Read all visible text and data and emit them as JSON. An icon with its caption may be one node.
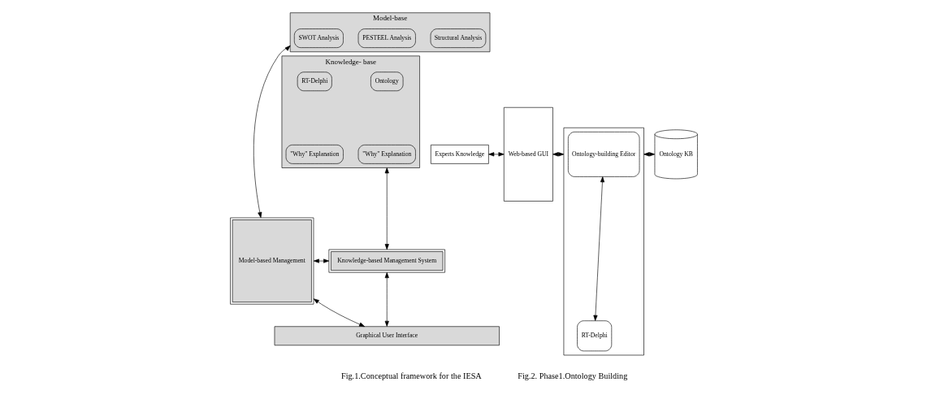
{
  "diagram": {
    "nodes": [
      {
        "text": [
          "Model-base"
        ]
      },
      {
        "text": [
          "SWOT Analysis"
        ],
        "in": 0
      },
      {
        "text": [
          "PESTEEL Analysis"
        ],
        "in": 0
      },
      {
        "text": [
          "Structural Analysis"
        ],
        "in": 0
      },
      {
        "text": [
          "Model-based Management"
        ]
      },
      {
        "text": [
          "Knowledge- base"
        ]
      },
      {
        "text": [
          "Ontology"
        ],
        "in": 5
      },
      {
        "text": [
          "RT-Delphi"
        ],
        "in": 5
      },
      {
        "text": [
          "\"Why\" Explanation"
        ],
        "in": 5
      },
      {
        "text": [
          "\"Why\" Explanation"
        ],
        "in": 5
      },
      {
        "text": [
          "Knowledge-based Management System"
        ]
      },
      {
        "text": [
          "Graphical User Interface"
        ]
      },
      {
        "text": [
          "Experts Knowledge"
        ]
      },
      {
        "text": [
          "Web-based GUI"
        ]
      },
      {
        "text": [],
        "shape": "box"
      },
      {
        "text": [
          "Ontology-building Editor"
        ],
        "in": 14
      },
      {
        "text": [
          "RT-Delphi"
        ],
        "in": 14
      },
      {
        "text": [
          "Ontology KB"
        ]
      }
    ],
    "edges": [
      {
        "from": 0,
        "to": 4,
        "arrow": "both"
      },
      {
        "from": 5,
        "to": 10,
        "arrow": "both"
      },
      {
        "from": 4,
        "to": 10,
        "arrow": "both"
      },
      {
        "from": 4,
        "to": 11,
        "arrow": "both"
      },
      {
        "from": 10,
        "to": 11,
        "arrow": "both"
      },
      {
        "from": 12,
        "to": 13,
        "arrow": "both"
      },
      {
        "from": 13,
        "to": 14,
        "arrow": "both"
      },
      {
        "from": 15,
        "to": 16,
        "arrow": "both"
      },
      {
        "from": 14,
        "to": 17,
        "arrow": "both"
      }
    ],
    "labels": [
      "Fig.1.Conceptual framework for the IESA",
      "Fig.2. Phase1.Ontology Building"
    ]
  }
}
